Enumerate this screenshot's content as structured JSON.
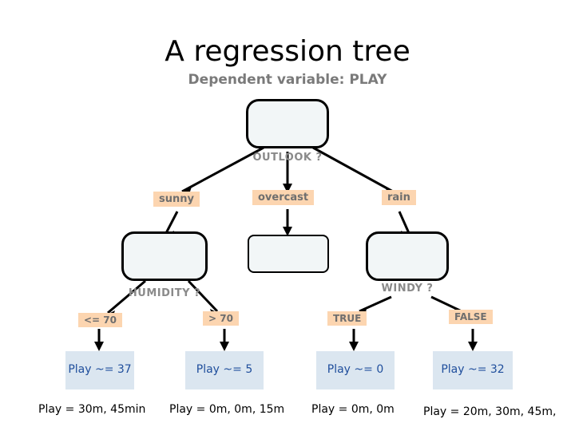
{
  "slide": {
    "title": "A regression tree",
    "subtitle": "Dependent variable: PLAY"
  },
  "tree": {
    "root": {
      "attribute": "OUTLOOK ?"
    },
    "branches": [
      {
        "label": "sunny"
      },
      {
        "label": "overcast"
      },
      {
        "label": "rain"
      }
    ],
    "internal_nodes": [
      {
        "attribute": "HUMIDITY ?"
      },
      {
        "attribute": "WINDY ?"
      }
    ],
    "sub_branches": [
      {
        "label": "<= 70"
      },
      {
        "label": "> 70"
      },
      {
        "label": "TRUE"
      },
      {
        "label": "FALSE"
      }
    ],
    "leaves": [
      {
        "value": "Play ~= 37",
        "detail": "Play = 30m, 45min"
      },
      {
        "value": "Play ~= 5",
        "detail": "Play = 0m, 0m, 15m"
      },
      {
        "value": "Play ~= 0",
        "detail": "Play = 0m, 0m"
      },
      {
        "value": "Play ~= 32",
        "detail": "Play = 20m, 30m, 45m,"
      }
    ]
  },
  "colors": {
    "edge_label_bg": "#fcd5b0",
    "leaf_bg": "#dbe6f0",
    "leaf_text": "#1f4e9c",
    "attr_text": "#8a8a8a",
    "node_fill": "#f2f6f7",
    "node_stroke": "#000000"
  }
}
